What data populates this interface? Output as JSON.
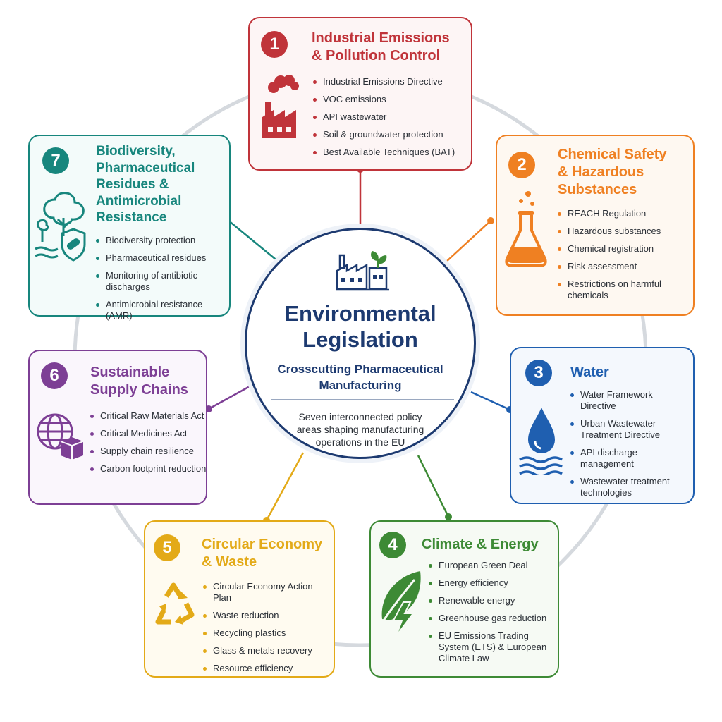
{
  "center": {
    "title_line1": "Environmental",
    "title_line2": "Legislation",
    "subtitle_line1": "Crosscutting Pharmaceutical",
    "subtitle_line2": "Manufacturing",
    "description_line1": "Seven interconnected policy",
    "description_line2": "areas shaping manufacturing",
    "description_line3": "operations in the EU",
    "color": "#1d3a70"
  },
  "areas": [
    {
      "number": "1",
      "title_line1": "Industrial Emissions",
      "title_line2": "& Pollution Control",
      "color": "#c0343a",
      "icon": "factory-smoke-icon",
      "bullets": [
        "Industrial Emissions Directive",
        "VOC emissions",
        "API wastewater",
        "Soil & groundwater protection",
        "Best Available Techniques (BAT)"
      ]
    },
    {
      "number": "2",
      "title_line1": "Chemical Safety",
      "title_line2": "& Hazardous",
      "title_line3": "Substances",
      "color": "#ef8022",
      "icon": "flask-icon",
      "bullets": [
        "REACH Regulation",
        "Hazardous substances",
        "Chemical registration",
        "Risk assessment",
        "Restrictions on harmful chemicals"
      ]
    },
    {
      "number": "3",
      "title_line1": "Water",
      "color": "#1f5fb0",
      "icon": "water-drop-icon",
      "bullets": [
        "Water Framework Directive",
        "Urban Wastewater Treatment Directive",
        "API discharge management",
        "Wastewater treatment technologies"
      ]
    },
    {
      "number": "4",
      "title_line1": "Climate & Energy",
      "color": "#3d8a35",
      "icon": "leaf-lightning-icon",
      "bullets": [
        "European Green Deal",
        "Energy efficiency",
        "Renewable energy",
        "Greenhouse gas reduction",
        "EU Emissions Trading System (ETS) & European Climate Law"
      ]
    },
    {
      "number": "5",
      "title_line1": "Circular Economy",
      "title_line2": "& Waste",
      "color": "#e3aa18",
      "icon": "recycle-icon",
      "bullets": [
        "Circular Economy Action Plan",
        "Waste reduction",
        "Recycling plastics",
        "Glass & metals recovery",
        "Resource efficiency"
      ]
    },
    {
      "number": "6",
      "title_line1": "Sustainable",
      "title_line2": "Supply Chains",
      "color": "#7d3f95",
      "icon": "globe-box-icon",
      "bullets": [
        "Critical Raw Materials Act",
        "Critical Medicines Act",
        "Supply chain resilience",
        "Carbon footprint reduction"
      ]
    },
    {
      "number": "7",
      "title_line1": "Biodiversity,",
      "title_line2": "Pharmaceutical",
      "title_line3": "Residues &",
      "title_line4": "Antimicrobial",
      "title_line5": "Resistance",
      "color": "#17867d",
      "icon": "tree-shield-icon",
      "bullets": [
        "Biodiversity protection",
        "Pharmaceutical residues",
        "Monitoring of antibiotic discharges",
        "Antimicrobial resistance (AMR)"
      ]
    }
  ]
}
